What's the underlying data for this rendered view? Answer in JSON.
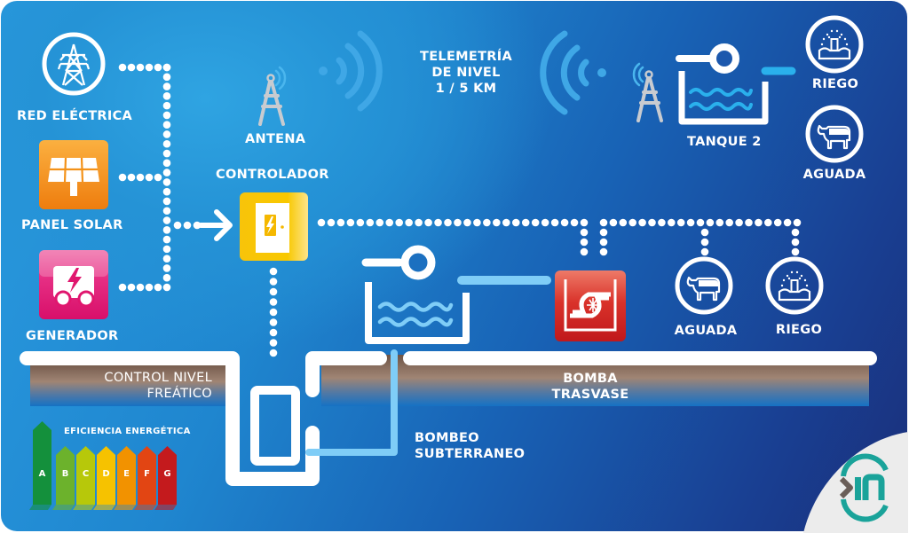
{
  "title": "Sistema de telemetría y control de bombeo",
  "sources": {
    "grid": {
      "label": "RED ELÉCTRICA",
      "icon": "power-tower-icon"
    },
    "solar": {
      "label": "PANEL SOLAR",
      "icon": "solar-panel-icon",
      "color": "#f08a12"
    },
    "generator": {
      "label": "GENERADOR",
      "icon": "generator-icon",
      "color": "#e0166e"
    }
  },
  "controller": {
    "label": "CONTROLADOR",
    "icon": "controller-panel-icon",
    "color": "#f7c400"
  },
  "antenna": {
    "label": "ANTENA",
    "icon": "antenna-icon"
  },
  "telemetry": {
    "line1": "TELEMETRÍA",
    "line2": "DE NIVEL",
    "line3": "1 / 5 KM",
    "icon": "wireless-signal-icon"
  },
  "tank2": {
    "label": "TANQUE 2",
    "icon": "water-tank-icon"
  },
  "outputs_top": [
    {
      "label": "RIEGO",
      "icon": "sprinkler-icon"
    },
    {
      "label": "AGUADA",
      "icon": "cow-icon"
    }
  ],
  "outputs_mid": [
    {
      "label": "AGUADA",
      "icon": "cow-icon"
    },
    {
      "label": "RIEGO",
      "icon": "sprinkler-icon"
    }
  ],
  "transfer_pump": {
    "label_line1": "BOMBA",
    "label_line2": "TRASVASE",
    "icon": "pump-icon",
    "color": "#d42a22"
  },
  "well": {
    "label_line1": "CONTROL NIVEL",
    "label_line2": "FREÁTICO"
  },
  "submersible": {
    "label_line1": "BOMBEO",
    "label_line2": "SUBTERRANEO"
  },
  "energy_efficiency": {
    "title": "EFICIENCIA ENERGÉTICA",
    "classes": [
      {
        "letter": "A",
        "color": "#14903c"
      },
      {
        "letter": "B",
        "color": "#6cb22c"
      },
      {
        "letter": "C",
        "color": "#b7c80a"
      },
      {
        "letter": "D",
        "color": "#f6c200"
      },
      {
        "letter": "E",
        "color": "#f29200"
      },
      {
        "letter": "F",
        "color": "#e24513"
      },
      {
        "letter": "G",
        "color": "#c41a1d"
      }
    ]
  },
  "logo": {
    "text": ">IN",
    "color": "#1aa39a"
  },
  "colors": {
    "pipe": "#ffffff",
    "water": "#7fcdf7",
    "soil": "#9a8171"
  }
}
